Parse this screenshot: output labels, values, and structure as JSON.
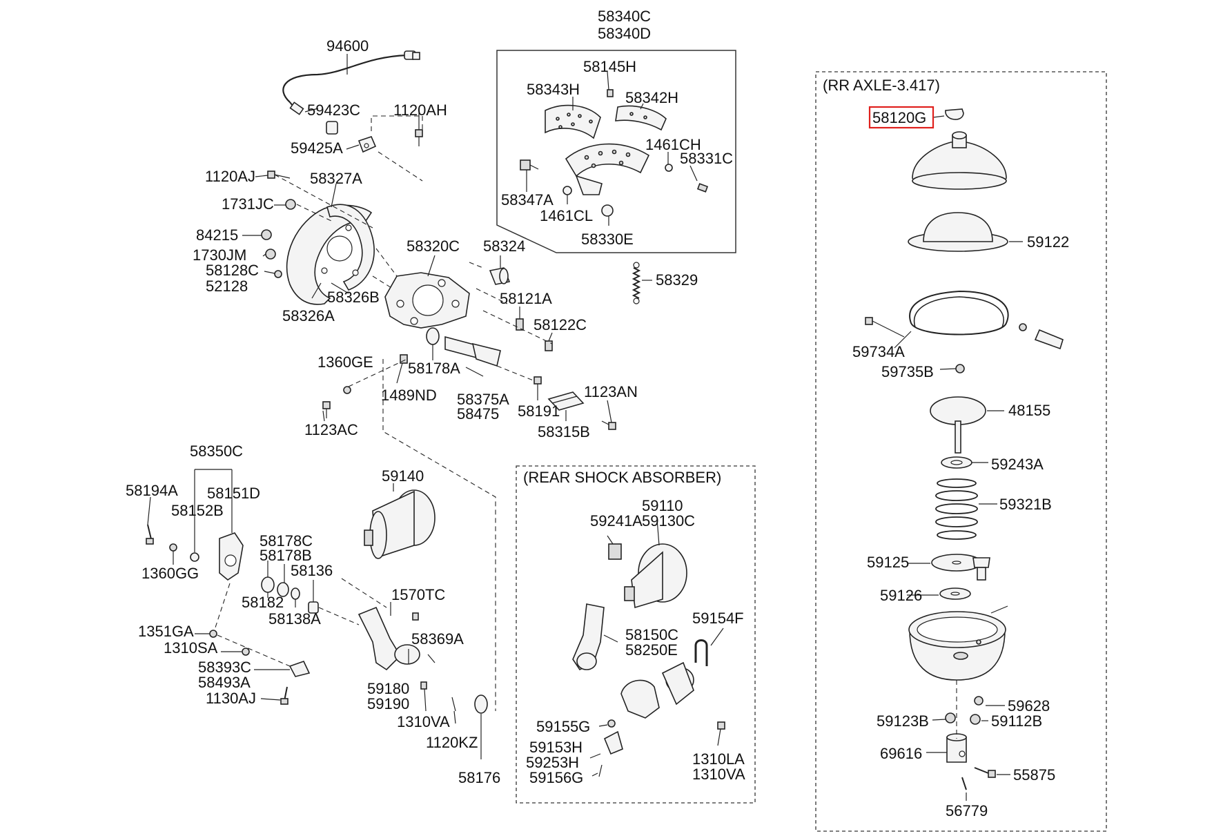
{
  "sections": {
    "rr_axle": "(RR AXLE-3.417)",
    "rear_shock": "(REAR SHOCK ABSORBER)"
  },
  "highlight_color": "#e0201c",
  "labels": {
    "p94600": "94600",
    "p59423C": "59423C",
    "p1120AH": "1120AH",
    "p59425A": "59425A",
    "p1120AJ": "1120AJ",
    "p58327A": "58327A",
    "p1731JC": "1731JC",
    "p84215": "84215",
    "p1730JM": "1730JM",
    "p58128C": "58128C",
    "p52128": "52128",
    "p58326B": "58326B",
    "p58326A": "58326A",
    "p58320C": "58320C",
    "p58324": "58324",
    "p58121A": "58121A",
    "p58122C": "58122C",
    "p1360GE": "1360GE",
    "p58178A": "58178A",
    "p1489ND": "1489ND",
    "p58375A": "58375A",
    "p58475": "58475",
    "p58191": "58191",
    "p1123AN": "1123AN",
    "p58315B": "58315B",
    "p1123AC": "1123AC",
    "p58340C": "58340C",
    "p58340D": "58340D",
    "p58145H": "58145H",
    "p58343H": "58343H",
    "p58342H": "58342H",
    "p1461CH": "1461CH",
    "p58331C": "58331C",
    "p58347A": "58347A",
    "p1461CL": "1461CL",
    "p58330E": "58330E",
    "p58329": "58329",
    "p58350C": "58350C",
    "p58194A": "58194A",
    "p58151D": "58151D",
    "p58152B": "58152B",
    "p1360GG": "1360GG",
    "p58178C": "58178C",
    "p58178B": "58178B",
    "p58136": "58136",
    "p58182": "58182",
    "p58138A": "58138A",
    "p1351GA": "1351GA",
    "p1310SA": "1310SA",
    "p58393C": "58393C",
    "p58493A": "58493A",
    "p1130AJ": "1130AJ",
    "p59140": "59140",
    "p1570TC": "1570TC",
    "p58369A": "58369A",
    "p59180": "59180",
    "p59190": "59190",
    "p1310VA_a": "1310VA",
    "p1120KZ": "1120KZ",
    "p58176": "58176",
    "p59110": "59110",
    "p59241A": "59241A",
    "p59130C": "59130C",
    "p59154F": "59154F",
    "p58150C": "58150C",
    "p58250E": "58250E",
    "p59155G": "59155G",
    "p59153H": "59153H",
    "p59253H": "59253H",
    "p59156G": "59156G",
    "p1310LA": "1310LA",
    "p1310VA_b": "1310VA",
    "p58120G": "58120G",
    "p59122": "59122",
    "p59734A": "59734A",
    "p59735B": "59735B",
    "p48155": "48155",
    "p59243A": "59243A",
    "p59321B": "59321B",
    "p59125": "59125",
    "p59126": "59126",
    "p59628": "59628",
    "p59123B": "59123B",
    "p59112B": "59112B",
    "p69616": "69616",
    "p55875": "55875",
    "p56779": "56779"
  }
}
